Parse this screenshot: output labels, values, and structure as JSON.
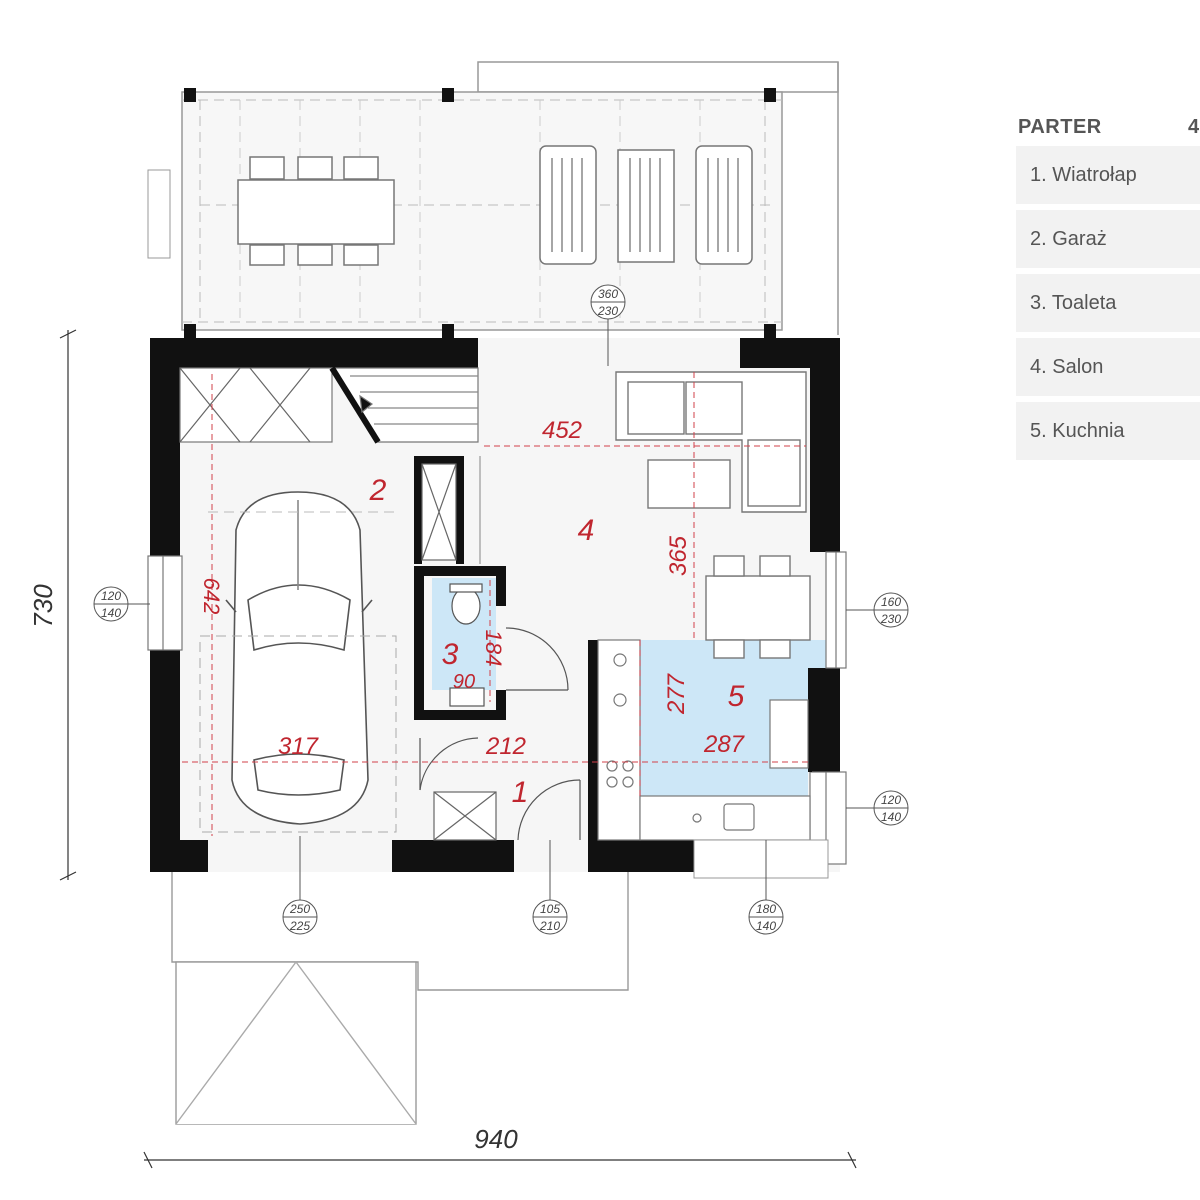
{
  "table": {
    "level": "PARTER",
    "area_partial": "4",
    "rooms": [
      {
        "label": "1. Wiatrołap"
      },
      {
        "label": "2. Garaż"
      },
      {
        "label": "3. Toaleta"
      },
      {
        "label": "4. Salon"
      },
      {
        "label": "5. Kuchnia"
      }
    ]
  },
  "plan": {
    "room_numbers": [
      "1",
      "2",
      "3",
      "4",
      "5"
    ],
    "dims": {
      "total_width": "940",
      "total_depth": "730",
      "salon_width": "452",
      "salon_depth": "365",
      "garage_width": "317",
      "garage_depth": "642",
      "hall_width": "212",
      "wc_depth": "184",
      "wc_width": "90",
      "kitchen_depth": "277",
      "kitchen_width": "287"
    },
    "openings": [
      {
        "id": "terrace-door",
        "top": "360",
        "bottom": "230"
      },
      {
        "id": "garage-window",
        "top": "120",
        "bottom": "140"
      },
      {
        "id": "dining-window",
        "top": "160",
        "bottom": "230"
      },
      {
        "id": "kitchen-window",
        "top": "120",
        "bottom": "140"
      },
      {
        "id": "garage-gate",
        "top": "250",
        "bottom": "225"
      },
      {
        "id": "entrance-door",
        "top": "105",
        "bottom": "210"
      },
      {
        "id": "kitchen-front-window",
        "top": "180",
        "bottom": "140"
      }
    ]
  },
  "colors": {
    "wall": "#111111",
    "room_number": "#c0262f",
    "highlight": "#cde7f7"
  }
}
